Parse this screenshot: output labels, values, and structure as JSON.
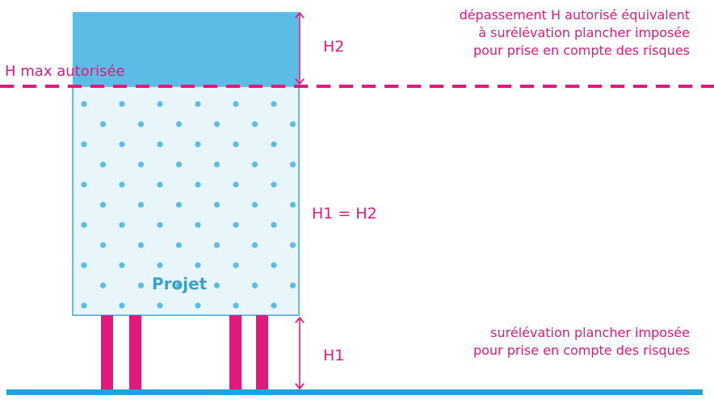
{
  "diagram": {
    "labels": {
      "h_max": "H max autorisée",
      "h2": "H2",
      "h1_eq_h2": "H1 = H2",
      "h1": "H1",
      "projet": "Projet"
    },
    "annotations": {
      "top_line_1": "dépassement H autorisé équivalent",
      "top_line_2": "à surélévation plancher imposée",
      "top_line_3": "pour prise en compte des risques",
      "bottom_line_1": "surélévation plancher imposée",
      "bottom_line_2": "pour prise en compte des risques"
    },
    "colors": {
      "accent_pink": "#e0197d",
      "building_top_blue": "#5bbde6",
      "building_body_fill": "#e8f5fb",
      "building_outline": "#64bfe6",
      "dots": "#5bbde6",
      "ground": "#1aa6dc",
      "projet_text": "#3aa3c9"
    }
  }
}
